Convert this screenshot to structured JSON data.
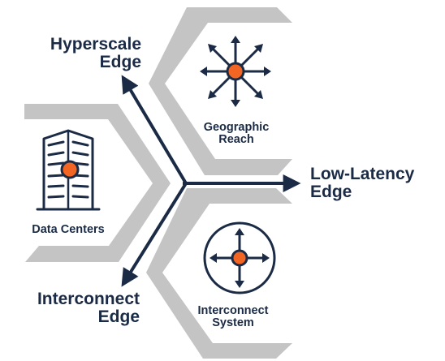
{
  "edges": {
    "hyperscale": [
      "Hyperscale",
      "Edge"
    ],
    "low_latency": [
      "Low-Latency",
      "Edge"
    ],
    "interconnect": [
      "Interconnect",
      "Edge"
    ]
  },
  "segments": {
    "geographic_reach": [
      "Geographic",
      "Reach"
    ],
    "data_centers": [
      "Data Centers"
    ],
    "interconnect_system": [
      "Interconnect",
      "System"
    ]
  },
  "icons": {
    "geographic_reach": "arrows-outward-icon",
    "data_centers": "building-icon",
    "interconnect_system": "crosshair-arrows-icon"
  },
  "colors": {
    "navy": "#1b2b45",
    "orange": "#f26522",
    "gray": "#c4c4c4"
  }
}
